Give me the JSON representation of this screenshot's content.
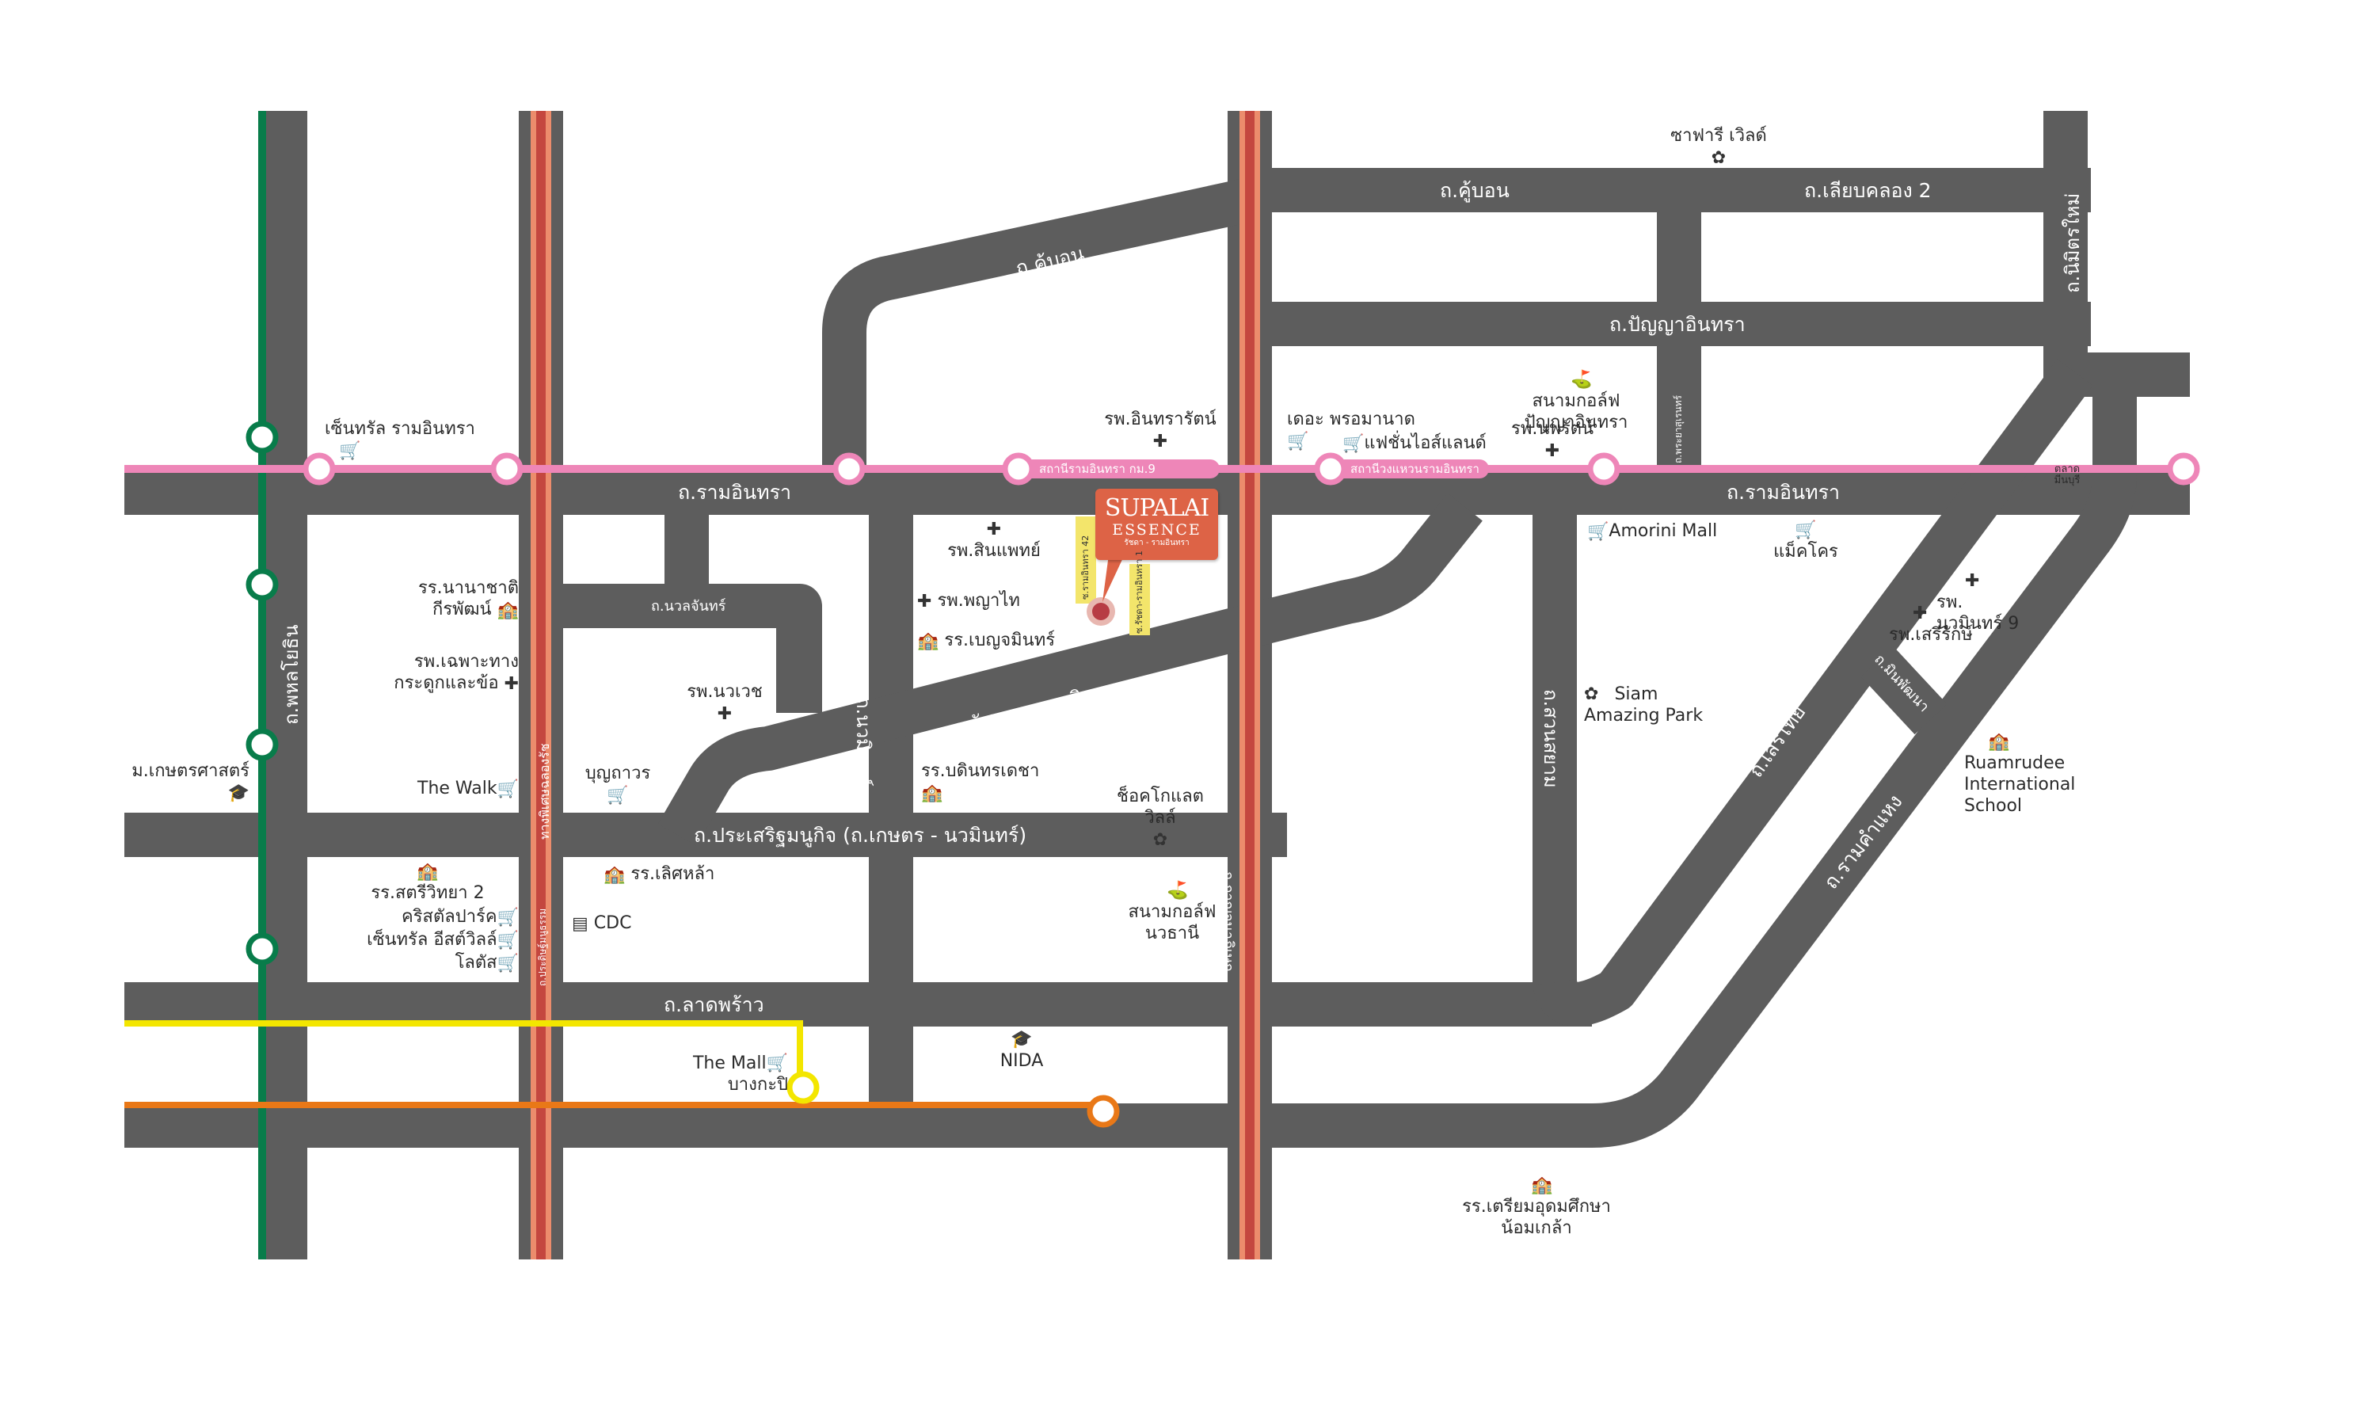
{
  "project": {
    "brand": "SUPALAI",
    "name": "ESSENCE",
    "tagline": "รัชดา - รามอินทรา"
  },
  "colors": {
    "road": "#5d5d5d",
    "road_pink": "#ee86b8",
    "train_green": "#087c4a",
    "train_red": "#c4473f",
    "train_salmon": "#ec8c6c",
    "train_yellow": "#f3e600",
    "train_orange": "#e97817",
    "road_small_label_bg": "#f3e56b",
    "logo": "#dd6346"
  },
  "roads": {
    "ram_inthra_1": "ถ.รามอินทรา",
    "ram_inthra_2": "ถ.รามอินทรา",
    "khu_bon_diag": "ถ.คู้บอน",
    "khu_bon": "ถ.คู้บอน",
    "liab_khlong_2": "ถ.เลียบคลอง 2",
    "panya_inthra": "ถ.ปัญญาอินทรา",
    "nimit_mai": "ถ.นิมิตรใหม่",
    "phahonyothin": "ถ.พหลโยธิน",
    "nuan_chan": "ถ.นวลจันทร์",
    "nawamin": "ถ.นวมินทร์",
    "ratchada_ram_inthra": "ถ.รัชดา - รามอินทรา",
    "prasert_manukit": "ถ.ประเสริฐมนูกิจ (ถ.เกษตร - นวมินทร์)",
    "lat_phrao": "ถ.ลาดพร้าว",
    "suan_siam": "ถ.สวนสยาม",
    "seri_thai": "ถ.เสรีไทย",
    "ramkhamhaeng": "ถ.รามคำแหง",
    "kanchanaphisek": "ถ.กาญจนาภิเษก",
    "exp_lat_phrao": "ทางพิเศษฉลองรัช",
    "pradit_manutham": "ถ.ประดิษฐ์มนูธรรม",
    "phraya_suren": "ถ.พระยาสุเรนทร์",
    "min_phatthana": "ถ.มินพัฒนา",
    "soi_ram_inthra_42": "ซ.รามอินทรา 42",
    "soi_ratchada_1": "ซ.รัชดา-รามอินทรา 1"
  },
  "stations": {
    "ram_inthra_km9": "สถานีรามอินทรา กม.9",
    "khu_bon_ram_inthra": "สถานีวงแหวนรามอินทรา"
  },
  "places": [
    {
      "id": "safari_world",
      "text": "ซาฟารี เวิลด์",
      "icon": "attraction-icon"
    },
    {
      "id": "panya_golf",
      "text": "สนามกอล์ฟ\nปัญญาอินทรา",
      "icon": "golf-icon"
    },
    {
      "id": "central_ram",
      "text": "เซ็นทรัล รามอินทรา",
      "icon": "shopping-cart-icon"
    },
    {
      "id": "inthararat",
      "text": "รพ.อินทรารัตน์",
      "icon": "hospital-icon"
    },
    {
      "id": "promenade",
      "text": "เดอะ พรอมานาด",
      "icon": "shopping-cart-icon"
    },
    {
      "id": "fashion_island",
      "text": "แฟชั่นไอส์แลนด์",
      "icon": "shopping-cart-icon"
    },
    {
      "id": "nopparat",
      "text": "รพ.นพรัตน์",
      "icon": "hospital-icon"
    },
    {
      "id": "talad_minburi",
      "text": "ตลาด\nมีนบุรี",
      "icon": "shopping-cart-icon"
    },
    {
      "id": "inter_school",
      "text": "รร.นานาชาติ\nกีรพัฒน์",
      "icon": "school-icon"
    },
    {
      "id": "sinphaet",
      "text": "รพ.สินแพทย์",
      "icon": "hospital-icon"
    },
    {
      "id": "phyathai",
      "text": "รพ.พญาไท",
      "icon": "hospital-icon"
    },
    {
      "id": "benjamin",
      "text": "รร.เบญจมินทร์",
      "icon": "school-icon"
    },
    {
      "id": "ortho_hospital",
      "text": "รพ.เฉพาะทาง\nกระดูกและข้อ",
      "icon": "hospital-icon"
    },
    {
      "id": "nawavej",
      "text": "รพ.นวเวช",
      "icon": "hospital-icon"
    },
    {
      "id": "amorini",
      "text": "Amorini Mall",
      "icon": "shopping-cart-icon"
    },
    {
      "id": "makro",
      "text": "แม็คโคร",
      "icon": "shopping-cart-icon"
    },
    {
      "id": "nawamin9",
      "text": "รพ.\nนวมินทร์ 9",
      "icon": "hospital-icon"
    },
    {
      "id": "serirak",
      "text": "รพ.เสรีรักษ์",
      "icon": "hospital-icon"
    },
    {
      "id": "siam_park",
      "text": "Siam\nAmazing Park",
      "icon": "attraction-icon"
    },
    {
      "id": "ruamrudee",
      "text": "Ruamrudee\nInternational\nSchool",
      "icon": "school-icon"
    },
    {
      "id": "ku",
      "text": "ม.เกษตรศาสตร์",
      "icon": "graduation-icon"
    },
    {
      "id": "the_walk",
      "text": "The Walk",
      "icon": "shopping-cart-icon"
    },
    {
      "id": "bunthavorn",
      "text": "บุญถาวร",
      "icon": "shopping-cart-icon"
    },
    {
      "id": "bodin",
      "text": "รร.บดินทรเดชา",
      "icon": "school-icon"
    },
    {
      "id": "chocolate_ville",
      "text": "ช็อคโกแลต\nวิลล์",
      "icon": "attraction-icon"
    },
    {
      "id": "satri_witthaya",
      "text": "รร.สตรีวิทยา 2",
      "icon": "school-icon"
    },
    {
      "id": "lertla",
      "text": "รร.เลิศหล้า",
      "icon": "school-icon"
    },
    {
      "id": "crystal_park",
      "text": "คริสตัลปาร์ค",
      "icon": "shopping-cart-icon"
    },
    {
      "id": "cdc",
      "text": "CDC",
      "icon": "shopping-icon"
    },
    {
      "id": "central_east",
      "text": "เซ็นทรัล อีสต์วิลล์",
      "icon": "shopping-cart-icon"
    },
    {
      "id": "lotus",
      "text": "โลตัส",
      "icon": "shopping-cart-icon"
    },
    {
      "id": "nawathani_golf",
      "text": "สนามกอล์ฟ\nนวธานี",
      "icon": "golf-icon"
    },
    {
      "id": "the_mall",
      "text": "The Mall\nบางกะปิ",
      "icon": "shopping-cart-icon"
    },
    {
      "id": "nida",
      "text": "NIDA",
      "icon": "graduation-icon"
    },
    {
      "id": "triam_udom",
      "text": "รร.เตรียมอุดมศึกษา\nน้อมเกล้า",
      "icon": "school-icon"
    }
  ]
}
